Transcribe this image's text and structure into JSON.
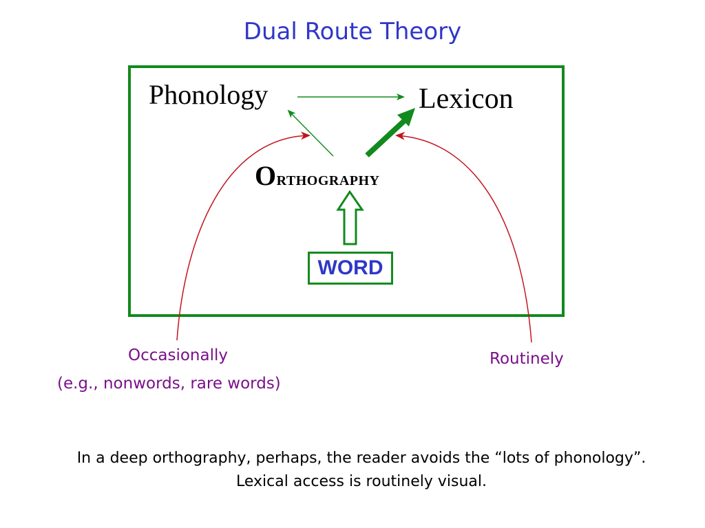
{
  "title": "Dual Route Theory",
  "nodes": {
    "phonology": "Phonology",
    "lexicon": "Lexicon",
    "orthography_first": "O",
    "orthography_rest": "rthography",
    "word": "WORD"
  },
  "routes": {
    "occasionally": "Occasionally",
    "occasionally_examples": "(e.g., nonwords, rare words)",
    "routinely": "Routinely"
  },
  "caption": "In a deep orthography, perhaps, the reader avoids the “lots of phonology”. Lexical access is routinely visual.",
  "colors": {
    "title": "#2f37c8",
    "frame": "#128a1e",
    "route_label": "#7a0f8a",
    "route_curve": "#c0141c"
  }
}
